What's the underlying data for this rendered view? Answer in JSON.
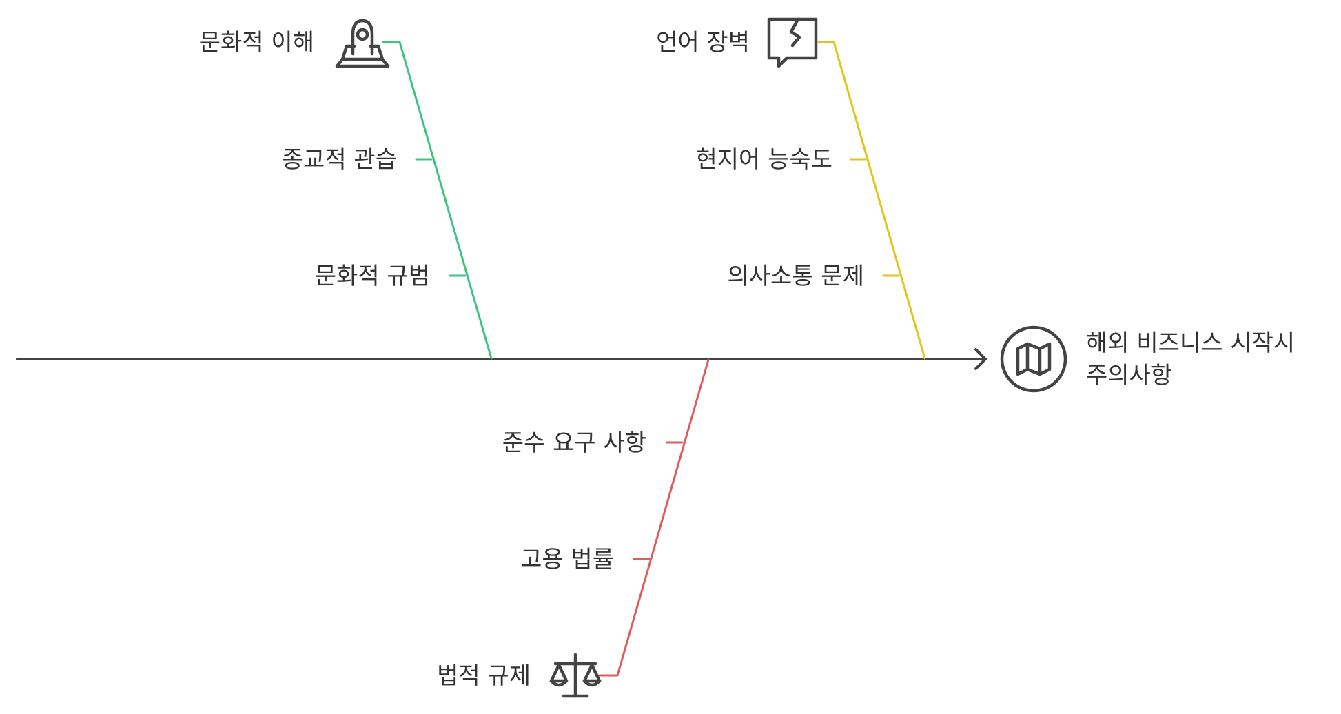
{
  "diagram": {
    "head": {
      "lines": [
        "해외 비즈니스 시작시",
        "주의사항"
      ],
      "icon": "map-icon"
    },
    "branches": [
      {
        "id": "culture",
        "color": "#3cc482",
        "items": [
          {
            "label": "문화적 이해",
            "icon": "person-on-map-icon"
          },
          {
            "label": "종교적 관습"
          },
          {
            "label": "문화적 규범"
          }
        ]
      },
      {
        "id": "language",
        "color": "#e0c61a",
        "items": [
          {
            "label": "언어 장벽",
            "icon": "broken-speech-bubble-icon"
          },
          {
            "label": "현지어 능숙도"
          },
          {
            "label": "의사소통 문제"
          }
        ]
      },
      {
        "id": "legal",
        "color": "#e05b5b",
        "items": [
          {
            "label": "준수 요구 사항"
          },
          {
            "label": "고용 법률"
          },
          {
            "label": "법적 규제",
            "icon": "scales-icon"
          }
        ]
      }
    ]
  }
}
